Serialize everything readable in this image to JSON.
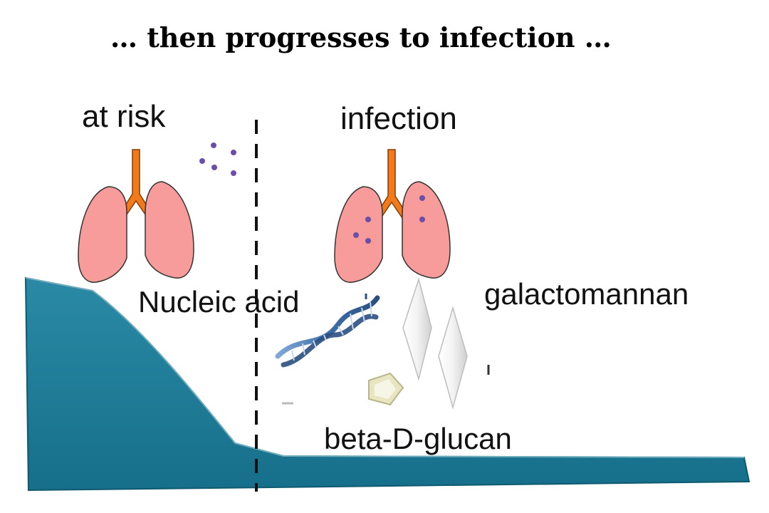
{
  "title": "… then progresses to infection …",
  "labels": {
    "at_risk": "at risk",
    "infection": "infection",
    "nucleic_acid": "Nucleic acid",
    "galactomannan": "galactomannan",
    "beta_d_glucan": "beta-D-glucan"
  },
  "colors": {
    "lung_fill": "#f79b9b",
    "trachea": "#f07a1c",
    "spore": "#6a4ea8",
    "baseline_area": "#1e7a96",
    "dna": "#3f6fa8",
    "crystal": "#eeeeee",
    "pentagon": "#e8e5c0"
  }
}
